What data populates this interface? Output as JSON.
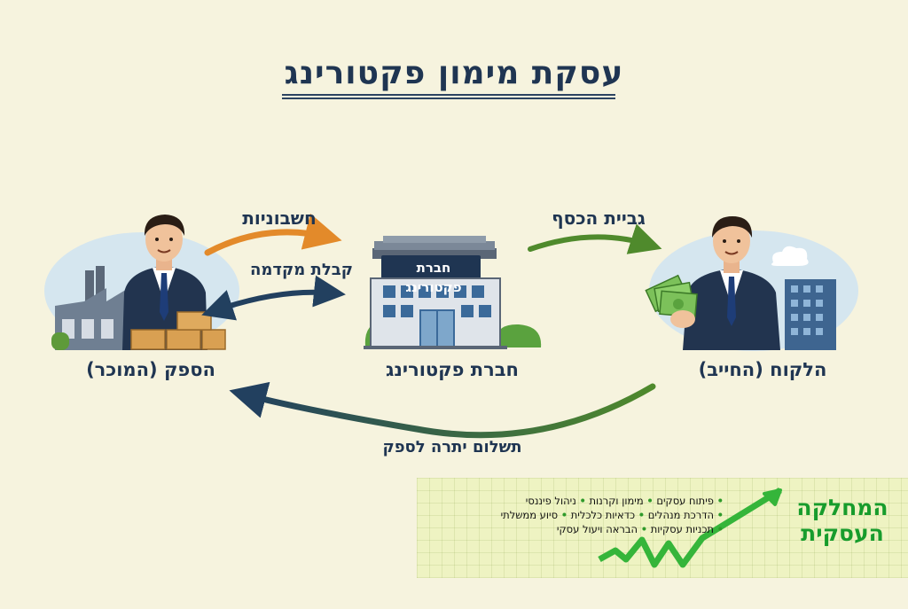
{
  "title": "עסקת מימון פקטורינג",
  "nodes": {
    "supplier": "הספק (המוכר)",
    "factoring": "חברת פקטורינג",
    "customer": "הלקוח (החייב)"
  },
  "building_sign": "חברת פקטורינג",
  "flows": {
    "invoices": "חשבוניות",
    "advance": "קבלת מקדמה",
    "collection": "גביית הכסף",
    "balance": "תשלום יתרה לספק"
  },
  "colors": {
    "navy": "#1f3552",
    "orange": "#e38a2a",
    "green": "#4f8a2c",
    "brand_green": "#179c2c"
  },
  "logo": {
    "brand_line1": "המחלקה",
    "brand_line2": "העסקית",
    "services": [
      [
        "פיתוח עסקים",
        "מימון וקרנות",
        "ניהול פיננסי"
      ],
      [
        "הדרכת מנהלים",
        "כדאיות כלכלית",
        "סיוע ממשלתי"
      ],
      [
        "תכניות עסקיות",
        "הבראה ויעול עסקי"
      ]
    ]
  }
}
